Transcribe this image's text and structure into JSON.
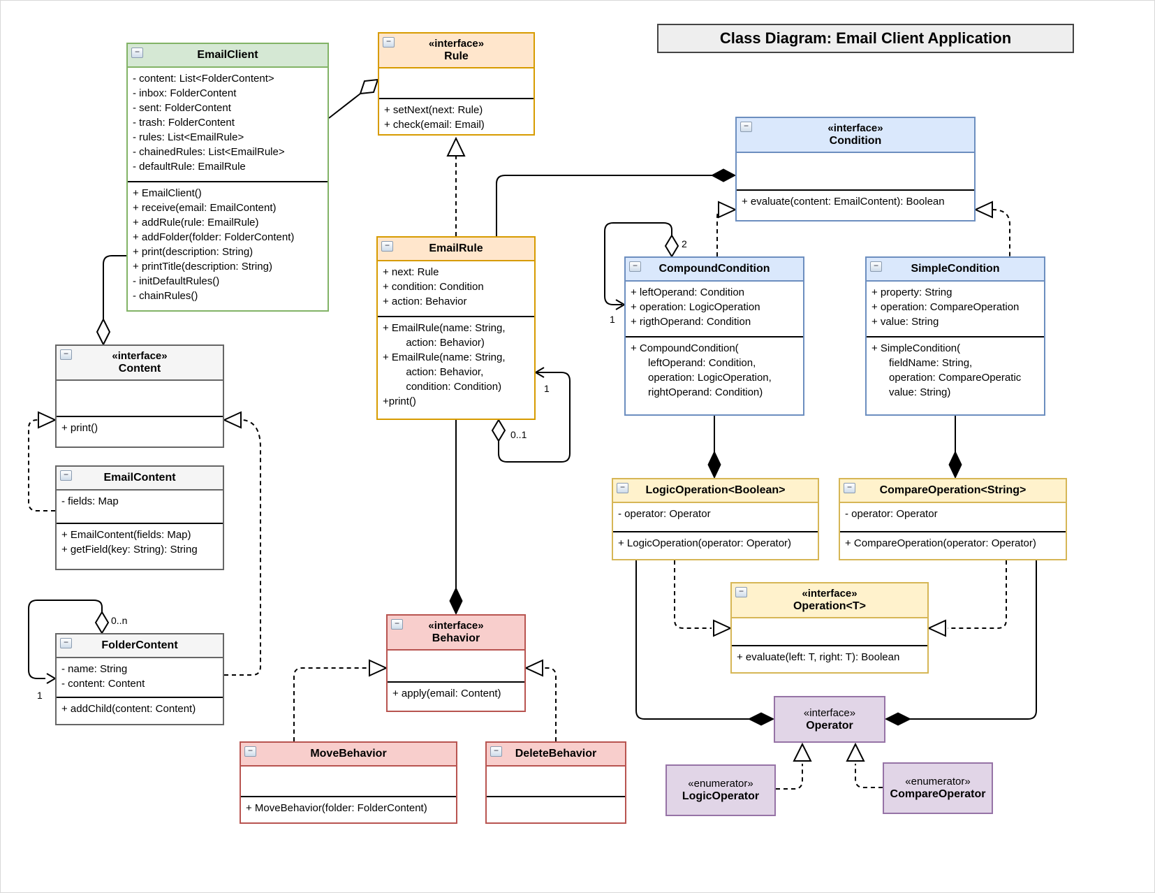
{
  "title": "Class Diagram: Email Client Application",
  "icons": {
    "collapse": "−"
  },
  "colors": {
    "green_fill": "#d5e8d4",
    "green_border": "#82b366",
    "orange_fill": "#ffe6cc",
    "orange_border": "#d79b00",
    "blue_fill": "#dae8fc",
    "blue_border": "#6c8ebf",
    "gray_fill": "#f5f5f5",
    "gray_border": "#666666",
    "yellow_fill": "#fff2cc",
    "yellow_border": "#d6b656",
    "red_fill": "#f8cecc",
    "red_border": "#b85450",
    "purple_fill": "#e1d5e7",
    "purple_border": "#9673a6"
  },
  "classes": {
    "emailClient": {
      "name": "EmailClient",
      "attributes": [
        "- content: List<FolderContent>",
        "- inbox: FolderContent",
        "- sent: FolderContent",
        "- trash: FolderContent",
        "- rules: List<EmailRule>",
        "- chainedRules: List<EmailRule>",
        "- defaultRule: EmailRule"
      ],
      "methods": [
        "+ EmailClient()",
        "+ receive(email: EmailContent)",
        "+ addRule(rule: EmailRule)",
        "+ addFolder(folder: FolderContent)",
        "+ print(description: String)",
        "+ printTitle(description: String)",
        "- initDefaultRules()",
        "- chainRules()"
      ]
    },
    "rule": {
      "stereotype": "«interface»",
      "name": "Rule",
      "attributes": [],
      "methods": [
        "+ setNext(next: Rule)",
        "+ check(email: Email)"
      ]
    },
    "condition": {
      "stereotype": "«interface»",
      "name": "Condition",
      "attributes": [],
      "methods": [
        "+ evaluate(content: EmailContent): Boolean"
      ]
    },
    "emailRule": {
      "name": "EmailRule",
      "attributes": [
        "+ next: Rule",
        "+ condition: Condition",
        "+ action: Behavior"
      ],
      "methods": [
        "+ EmailRule(name: String,",
        "        action: Behavior)",
        "+ EmailRule(name: String,",
        "        action: Behavior,",
        "        condition: Condition)",
        "+print()"
      ]
    },
    "compoundCondition": {
      "name": "CompoundCondition",
      "attributes": [
        "+ leftOperand: Condition",
        "+ operation: LogicOperation",
        "+ rigthOperand: Condition"
      ],
      "methods": [
        "+ CompoundCondition(",
        "      leftOperand: Condition,",
        "      operation: LogicOperation,",
        "      rightOperand: Condition)"
      ]
    },
    "simpleCondition": {
      "name": "SimpleCondition",
      "attributes": [
        "+ property: String",
        "+ operation: CompareOperation",
        "+ value: String"
      ],
      "methods": [
        "+ SimpleCondition(",
        "      fieldName: String,",
        "      operation: CompareOperatic",
        "      value: String)"
      ]
    },
    "content": {
      "stereotype": "«interface»",
      "name": "Content",
      "attributes": [],
      "methods": [
        "+ print()"
      ]
    },
    "emailContent": {
      "name": "EmailContent",
      "attributes": [
        "- fields: Map"
      ],
      "methods": [
        "+ EmailContent(fields: Map)",
        "+ getField(key: String): String"
      ]
    },
    "folderContent": {
      "name": "FolderContent",
      "attributes": [
        "- name: String",
        "- content: Content"
      ],
      "methods": [
        "+ addChild(content: Content)"
      ]
    },
    "logicOperation": {
      "name": "LogicOperation<Boolean>",
      "attributes": [
        "- operator: Operator"
      ],
      "methods": [
        "+ LogicOperation(operator: Operator)"
      ]
    },
    "compareOperation": {
      "name": "CompareOperation<String>",
      "attributes": [
        "- operator: Operator"
      ],
      "methods": [
        "+ CompareOperation(operator: Operator)"
      ]
    },
    "operationT": {
      "stereotype": "«interface»",
      "name": "Operation<T>",
      "attributes": [],
      "methods": [
        "+ evaluate(left: T, right: T): Boolean"
      ]
    },
    "behavior": {
      "stereotype": "«interface»",
      "name": "Behavior",
      "attributes": [],
      "methods": [
        "+ apply(email: Content)"
      ]
    },
    "moveBehavior": {
      "name": "MoveBehavior",
      "attributes": [],
      "methods": [
        "+ MoveBehavior(folder: FolderContent)"
      ]
    },
    "deleteBehavior": {
      "name": "DeleteBehavior",
      "attributes": [],
      "methods": []
    },
    "operator": {
      "stereotype": "«interface»",
      "name": "Operator"
    },
    "logicOperator": {
      "stereotype": "«enumerator»",
      "name": "LogicOperator"
    },
    "compareOperator": {
      "stereotype": "«enumerator»",
      "name": "CompareOperator"
    }
  },
  "labels": {
    "compound_self_whole": "2",
    "compound_self_part": "1",
    "emailrule_self_whole": "0..1",
    "emailrule_self_part": "1",
    "foldercontent_self_whole": "0..n",
    "foldercontent_self_part": "1"
  }
}
